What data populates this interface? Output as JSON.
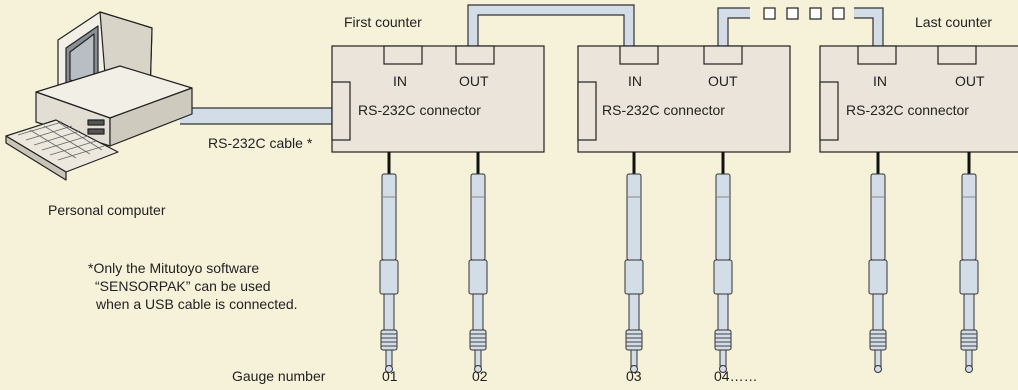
{
  "labels": {
    "first_counter": "First counter",
    "last_counter": "Last counter",
    "personal_computer": "Personal computer",
    "cable": "RS-232C cable",
    "cable_asterisk": "*",
    "gauge_number": "Gauge number"
  },
  "counters": [
    {
      "in": "IN",
      "out": "OUT",
      "connector": "RS-232C connector"
    },
    {
      "in": "IN",
      "out": "OUT",
      "connector": "RS-232C connector"
    },
    {
      "in": "IN",
      "out": "OUT",
      "connector": "RS-232C connector"
    }
  ],
  "gauge_numbers": [
    "01",
    "02",
    "03",
    "04……"
  ],
  "note": {
    "line1": "*Only the Mitutoyo software",
    "line2": "“SENSORPAK” can be used",
    "line3": "when a USB cable is connected."
  },
  "icons": {
    "computer": "personal-computer-icon",
    "gauge": "gauge-probe-icon"
  },
  "colors": {
    "background": "#f6f1d9",
    "counter_fill": "#ebe4da",
    "cable_fill": "#d2dde7"
  }
}
